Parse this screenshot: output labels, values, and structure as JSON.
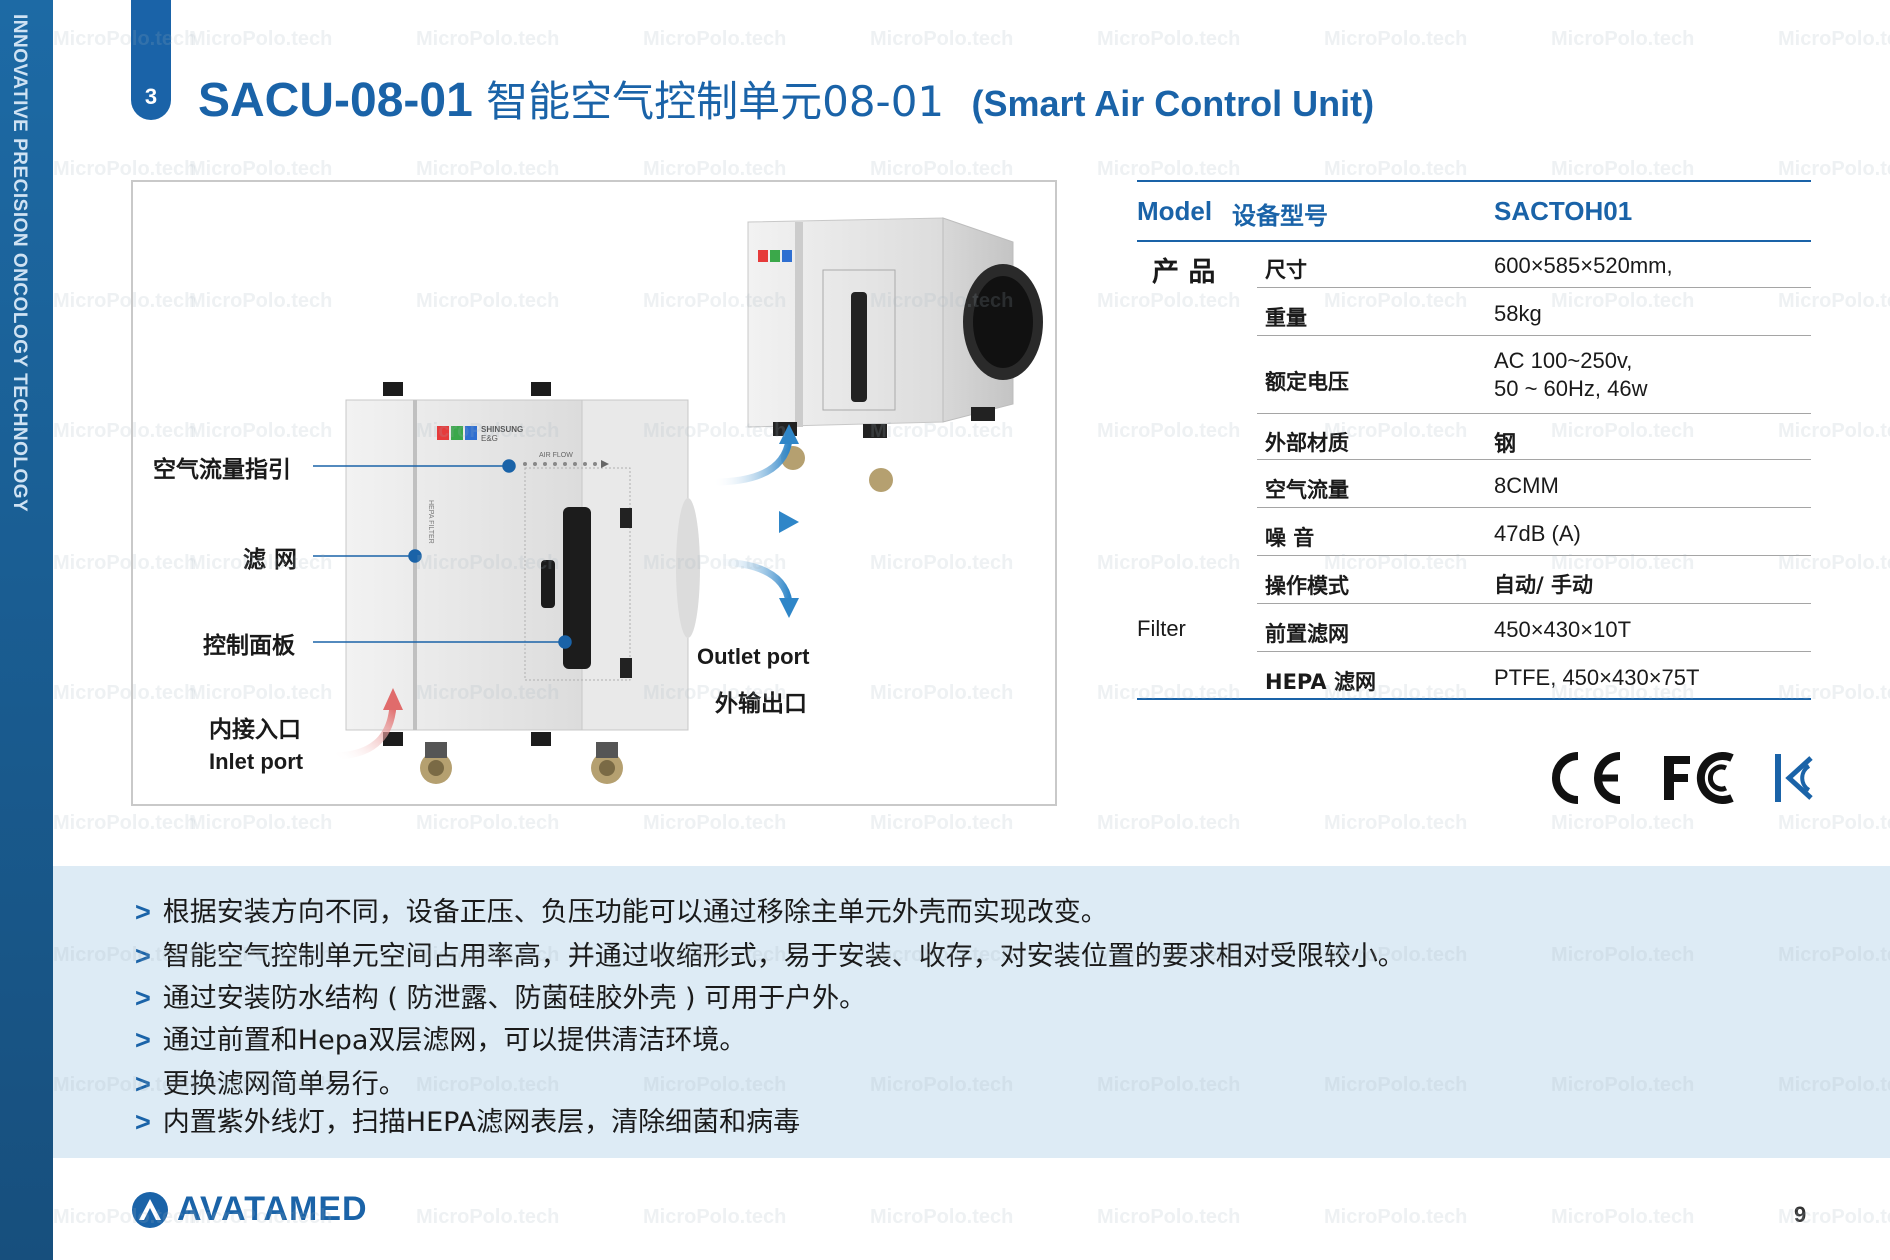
{
  "sidebar": {
    "text": "INNOVATIVE PRECISION ONCOLOGY TECHNOLOGY"
  },
  "watermark": "MicroPolo.tech",
  "section_number": "3",
  "title": {
    "model": "SACU-08-01",
    "cn": "智能空气控制单元08-01",
    "en": "(Smart Air Control Unit)"
  },
  "figure": {
    "brand_name": "SHINSUNG",
    "brand_sub": "E&G",
    "airflow_label": "AIR FLOW",
    "filter_text": "HEPA FILTER",
    "labels": {
      "airflow_indicator": "空气流量指引",
      "filter": "滤 网",
      "control_panel": "控制面板",
      "inlet_cn": "内接入口",
      "inlet_en": "Inlet port",
      "outlet_en": "Outlet port",
      "outlet_cn": "外输出口"
    }
  },
  "spec": {
    "header_label_en": "Model",
    "header_label_cn": "设备型号",
    "header_value": "SACTOH01",
    "group_product": "产 品",
    "group_filter": "Filter",
    "rows": [
      {
        "key": "尺寸",
        "value": "600×585×520mm,"
      },
      {
        "key": "重量",
        "value": "58kg"
      },
      {
        "key": "额定电压",
        "value": "AC 100~250v,",
        "value2": "50 ~ 60Hz, 46w"
      },
      {
        "key": "外部材质",
        "value": "钢"
      },
      {
        "key": "空气流量",
        "value": "8CMM"
      },
      {
        "key": "噪 音",
        "value": "47dB (A)"
      },
      {
        "key": "操作模式",
        "value": "自动/ 手动"
      },
      {
        "key": "前置滤网",
        "value": "450×430×10T"
      },
      {
        "key": "HEPA 滤网",
        "value": "PTFE, 450×430×75T"
      }
    ]
  },
  "certifications": [
    "CE",
    "FC",
    "KC"
  ],
  "bullets": {
    "arrow": ">",
    "items": [
      "根据安装方向不同，设备正压、负压功能可以通过移除主单元外壳而实现改变。",
      "智能空气控制单元空间占用率高，并通过收缩形式，易于安装、收存，对安装位置的要求相对受限较小。",
      "通过安装防水结构 ( 防泄露、防菌硅胶外壳 ) 可用于户外。",
      "通过前置和Hepa双层滤网，可以提供清洁环境。",
      "更换滤网简单易行。",
      "内置紫外线灯，扫描HEPA滤网表层，清除细菌和病毒"
    ]
  },
  "footer": {
    "logo_text": "AVATAMED",
    "page_number": "9"
  },
  "colors": {
    "brand_blue": "#1a63a8",
    "sidebar": "#1d6aa5",
    "bullet_bg": "#ddebf5",
    "arrow_blue": "#2f86c8",
    "inlet_red": "#e06b6b"
  }
}
